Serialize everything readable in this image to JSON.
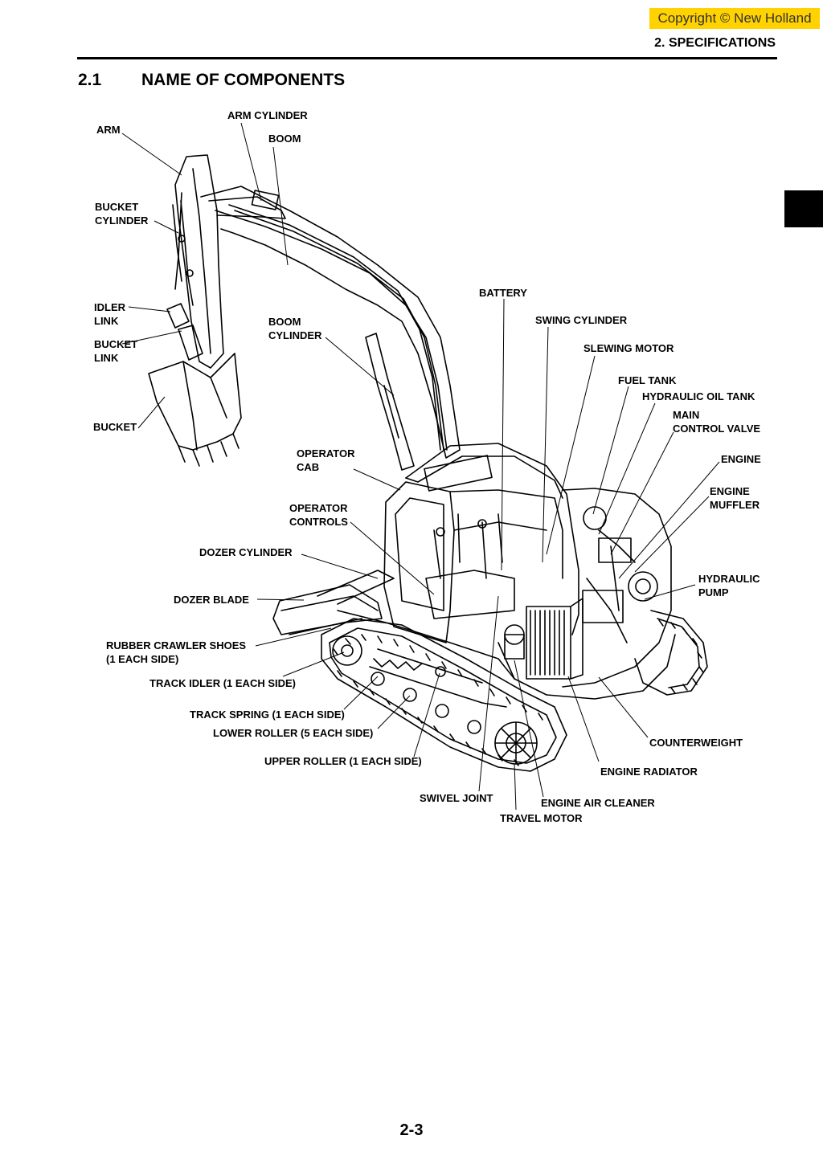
{
  "header": {
    "copyright": "Copyright © New Holland",
    "section": "2. SPECIFICATIONS"
  },
  "section": {
    "number": "2.1",
    "title": "NAME OF COMPONENTS"
  },
  "labels": {
    "arm": "ARM",
    "arm_cylinder": "ARM CYLINDER",
    "boom": "BOOM",
    "bucket_cylinder_1": "BUCKET",
    "bucket_cylinder_2": "CYLINDER",
    "idler_link_1": "IDLER",
    "idler_link_2": "LINK",
    "bucket_link_1": "BUCKET",
    "bucket_link_2": "LINK",
    "bucket": "BUCKET",
    "boom_cylinder_1": "BOOM",
    "boom_cylinder_2": "CYLINDER",
    "battery": "BATTERY",
    "swing_cylinder": "SWING CYLINDER",
    "slewing_motor": "SLEWING MOTOR",
    "fuel_tank": "FUEL TANK",
    "hydraulic_oil_tank": "HYDRAULIC OIL TANK",
    "main_control_valve_1": "MAIN",
    "main_control_valve_2": "CONTROL VALVE",
    "engine": "ENGINE",
    "engine_muffler_1": "ENGINE",
    "engine_muffler_2": "MUFFLER",
    "operator_cab_1": "OPERATOR",
    "operator_cab_2": "CAB",
    "operator_controls_1": "OPERATOR",
    "operator_controls_2": "CONTROLS",
    "dozer_cylinder": "DOZER CYLINDER",
    "dozer_blade": "DOZER BLADE",
    "hydraulic_pump_1": "HYDRAULIC",
    "hydraulic_pump_2": "PUMP",
    "rubber_crawler_shoes_1": "RUBBER CRAWLER SHOES",
    "rubber_crawler_shoes_2": "(1 EACH SIDE)",
    "track_idler": "TRACK IDLER (1 EACH SIDE)",
    "track_spring": "TRACK SPRING (1 EACH SIDE)",
    "lower_roller": "LOWER ROLLER (5 EACH SIDE)",
    "upper_roller": "UPPER ROLLER (1 EACH SIDE)",
    "counterweight": "COUNTERWEIGHT",
    "engine_radiator": "ENGINE RADIATOR",
    "swivel_joint": "SWIVEL JOINT",
    "engine_air_cleaner": "ENGINE AIR CLEANER",
    "travel_motor": "TRAVEL MOTOR"
  },
  "footer": {
    "page_number": "2-3"
  }
}
